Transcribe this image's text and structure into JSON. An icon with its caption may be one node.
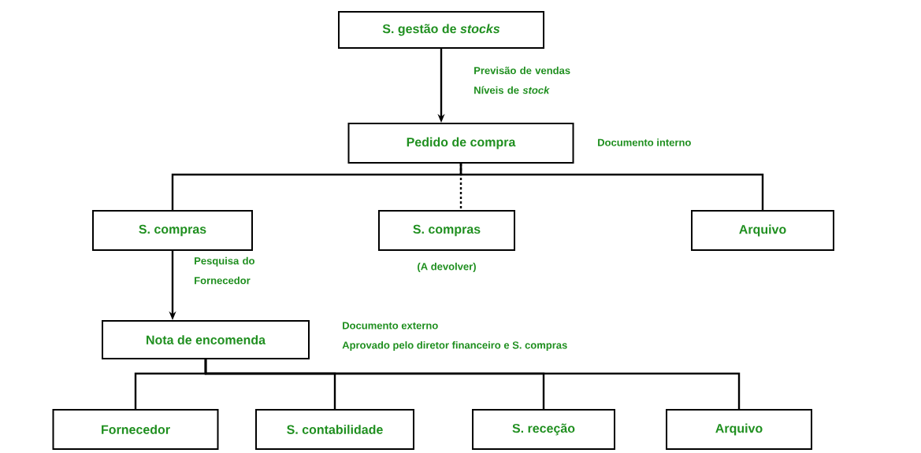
{
  "diagram": {
    "nodes": [
      {
        "text": [
          "S. gestão de *stocks*"
        ]
      },
      {
        "text": [
          "Pedido de compra"
        ],
        "beside": [
          "Documento interno"
        ]
      },
      {
        "text": [
          "S. compras"
        ]
      },
      {
        "text": [
          "S. compras"
        ],
        "beside": [
          "(A devolver)"
        ]
      },
      {
        "text": [
          "Arquivo"
        ]
      },
      {
        "text": [
          "Nota de encomenda"
        ],
        "beside": [
          "Documento externo",
          "Aprovado pelo diretor financeiro e S. compras"
        ]
      },
      {
        "text": [
          "Fornecedor"
        ]
      },
      {
        "text": [
          "S. contabilidade"
        ]
      },
      {
        "text": [
          "S. receção"
        ]
      },
      {
        "text": [
          "Arquivo"
        ]
      }
    ],
    "edges": [
      {
        "from": 0,
        "to": 1,
        "arrow": "to",
        "label": "Previsão de vendas Níveis de *stock*"
      },
      {
        "from": 1,
        "to": 2,
        "arrow": "none"
      },
      {
        "from": 1,
        "to": 3,
        "arrow": "none",
        "style": "dashed"
      },
      {
        "from": 1,
        "to": 4,
        "arrow": "none"
      },
      {
        "from": 2,
        "to": 5,
        "arrow": "to",
        "label": "Pesquisa do Fornecedor"
      },
      {
        "from": 5,
        "to": 6,
        "arrow": "none"
      },
      {
        "from": 5,
        "to": 7,
        "arrow": "none"
      },
      {
        "from": 5,
        "to": 8,
        "arrow": "none"
      },
      {
        "from": 5,
        "to": 9,
        "arrow": "none"
      }
    ]
  }
}
